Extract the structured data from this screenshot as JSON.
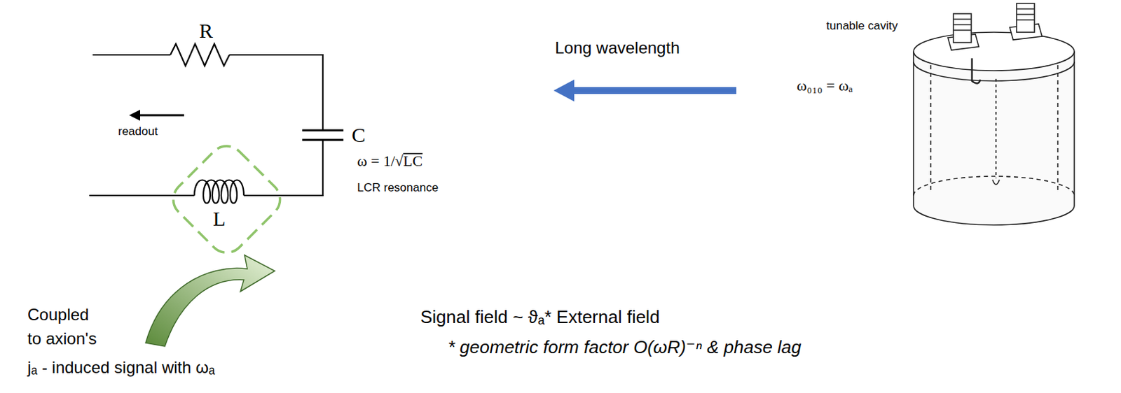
{
  "diagram": {
    "labels": [
      "R",
      "readout",
      "C",
      "L",
      "ω = 1/√LC",
      "LCR resonance",
      "Long wavelength",
      "tunable cavity",
      "ω₀₁₀ = ωₐ",
      "Coupled",
      "to axion's",
      "jₐ - induced signal with ωₐ",
      "Signal field ~ ϑₐ* External field",
      "* geometric form factor O(ωR)⁻ⁿ & phase lag"
    ]
  }
}
